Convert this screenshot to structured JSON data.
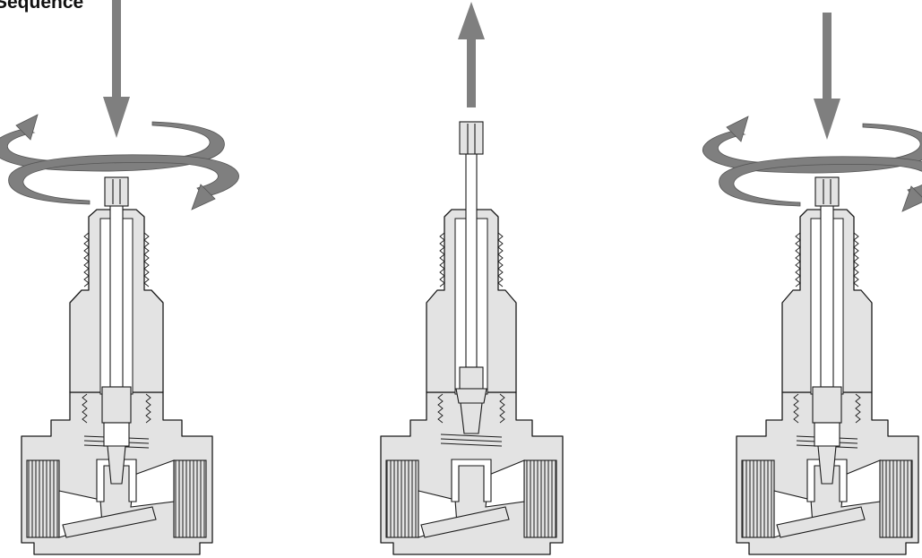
{
  "title": "Sequence",
  "colors": {
    "body_fill": "#e3e3e3",
    "arrow_fill": "#7f7f7f",
    "outline": "#1a1a1a",
    "background": "#ffffff"
  },
  "steps": [
    {
      "stem": "down",
      "rotation_arrows": true,
      "plug": "seated"
    },
    {
      "stem": "up",
      "rotation_arrows": false,
      "plug": "lifted"
    },
    {
      "stem": "down",
      "rotation_arrows": true,
      "plug": "seated"
    }
  ]
}
